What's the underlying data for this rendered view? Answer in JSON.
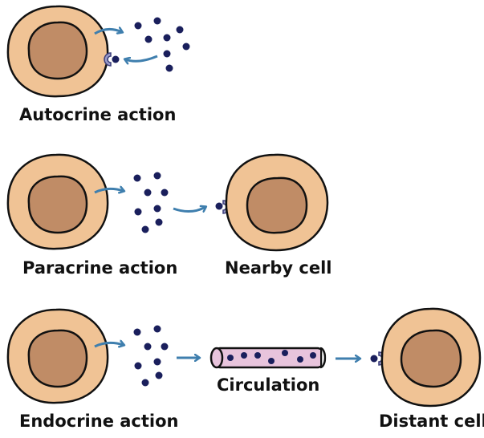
{
  "title": "Hormone signaling types",
  "colors": {
    "cytoplasm": "#f0c395",
    "nucleus": "#c08c66",
    "outline": "#111111",
    "arrow": "#3f7fae",
    "hormone": "#1a1f5c",
    "receptor": "#9a9cc8",
    "vessel": "#e8c4dc"
  },
  "panels": [
    {
      "id": "autocrine",
      "label": "Autocrine action"
    },
    {
      "id": "paracrine",
      "label": "Paracrine action",
      "target_label": "Nearby cell"
    },
    {
      "id": "endocrine",
      "label": "Endocrine action",
      "vessel_label": "Circulation",
      "target_label": "Distant cell"
    }
  ]
}
